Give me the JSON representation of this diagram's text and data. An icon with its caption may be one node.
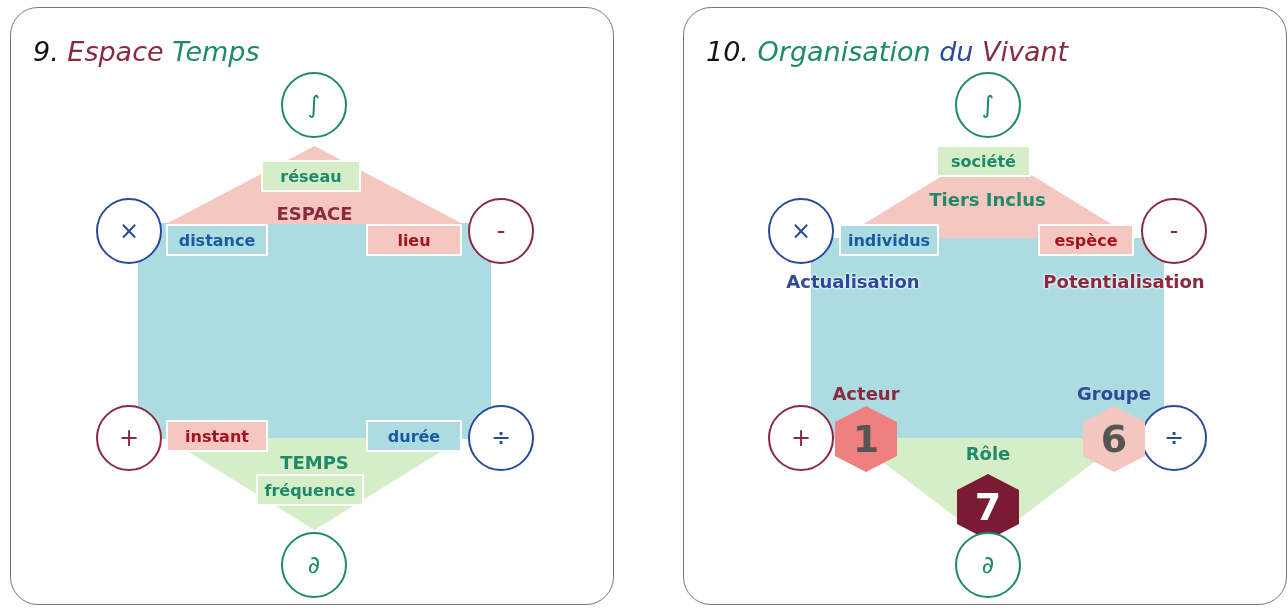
{
  "diagram": {
    "nodes": [
      {
        "text": [
          "9. Espace Temps"
        ]
      },
      {
        "text": [
          "∫"
        ],
        "in": 0
      },
      {
        "text": [
          "×"
        ],
        "in": 0
      },
      {
        "text": [
          "-"
        ],
        "in": 0
      },
      {
        "text": [
          "+"
        ],
        "in": 0
      },
      {
        "text": [
          "÷"
        ],
        "in": 0
      },
      {
        "text": [
          "∂"
        ],
        "in": 0
      },
      {
        "text": [
          "ESPACE"
        ],
        "in": 0
      },
      {
        "text": [],
        "shape": "box",
        "in": 0
      },
      {
        "text": [
          "TEMPS"
        ],
        "in": 0
      },
      {
        "text": [
          "réseau"
        ],
        "in": 7
      },
      {
        "text": [
          "distance"
        ],
        "in": 8
      },
      {
        "text": [
          "lieu"
        ],
        "in": 8
      },
      {
        "text": [
          "instant"
        ],
        "in": 0
      },
      {
        "text": [
          "durée"
        ],
        "in": 0
      },
      {
        "text": [
          "fréquence"
        ],
        "in": 9
      },
      {
        "text": [
          "10. Organisation du Vivant"
        ]
      },
      {
        "text": [
          "∫"
        ],
        "in": 16
      },
      {
        "text": [
          "×"
        ],
        "in": 16,
        "beside": [
          "Actualisation"
        ]
      },
      {
        "text": [
          "-"
        ],
        "in": 16,
        "beside": [
          "Potentialisation"
        ]
      },
      {
        "text": [
          "+"
        ],
        "in": 16
      },
      {
        "text": [
          "÷"
        ],
        "in": 16
      },
      {
        "text": [
          "∂"
        ],
        "in": 16
      },
      {
        "text": [
          "Tiers Inclus"
        ],
        "in": 16
      },
      {
        "text": [],
        "shape": "box",
        "in": 16
      },
      {
        "text": [],
        "shape": "triangle",
        "in": 16
      },
      {
        "text": [
          "société"
        ],
        "in": 23
      },
      {
        "text": [
          "individus"
        ],
        "in": 16
      },
      {
        "text": [
          "espèce"
        ],
        "in": 16
      },
      {
        "text": [
          "Acteur"
        ],
        "in": 24
      },
      {
        "text": [
          "Groupe"
        ],
        "in": 24
      },
      {
        "text": [
          "1"
        ],
        "in": 16
      },
      {
        "text": [
          "Rôle"
        ],
        "in": 25
      },
      {
        "text": [
          "7"
        ],
        "in": 25
      },
      {
        "text": [
          "6"
        ],
        "in": 16
      }
    ],
    "edges": []
  }
}
